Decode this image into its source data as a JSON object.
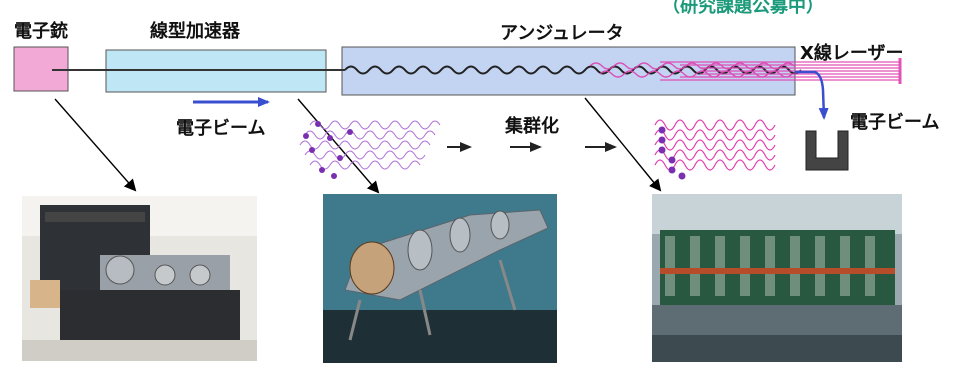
{
  "labels": {
    "electron_gun": "電子銃",
    "linac": "線型加速器",
    "undulator": "アンジュレータ",
    "recruitment": "（研究課題公募中）",
    "xray_laser": "X線レーザー",
    "electron_beam_left": "電子ビーム",
    "bunching": "集群化",
    "electron_beam_right": "電子ビーム"
  },
  "colors": {
    "electron_gun_fill": "#f2a9d6",
    "linac_fill": "#bfe6f5",
    "undulator_fill": "#c3d3f2",
    "wave_magenta": "#e040b0",
    "wave_violet": "#b070d8",
    "electron_dot": "#7a2fb0",
    "beam_arrow": "#3a4fcf",
    "recruit_text": "#1a9a7a",
    "dump_fill": "#444444"
  },
  "icons": {
    "beam_arrow": "right-arrow-icon",
    "dump": "beam-dump-icon",
    "small_arrow": "right-arrow-icon"
  }
}
